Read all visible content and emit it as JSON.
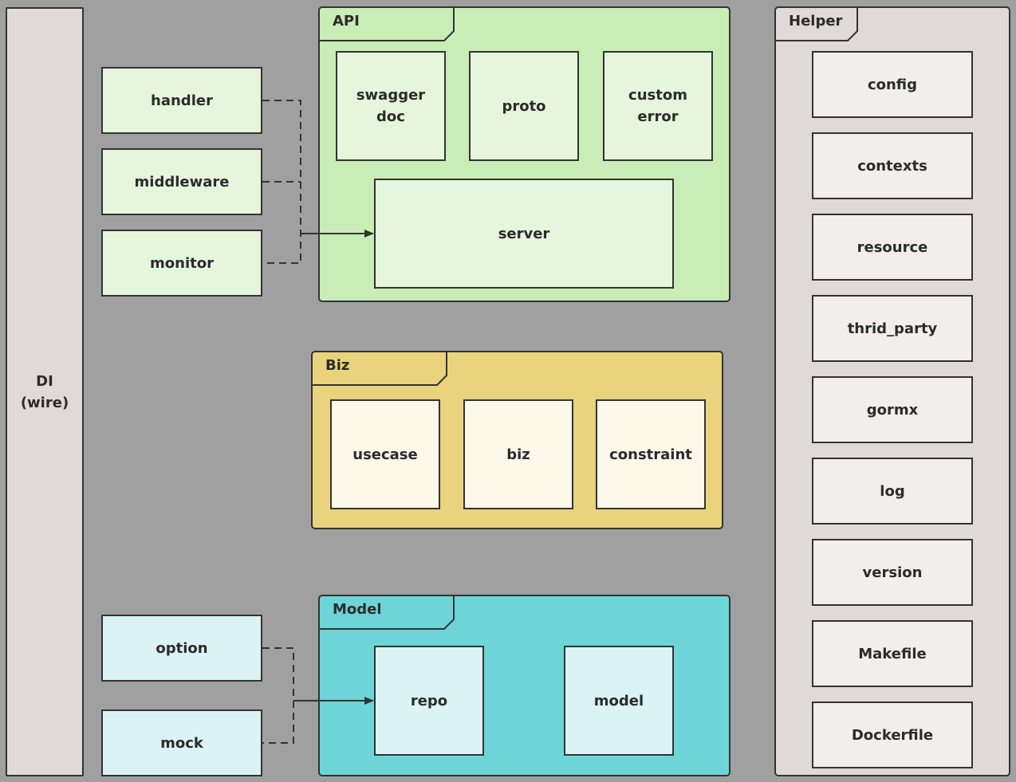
{
  "di": {
    "label": "DI\n(wire)"
  },
  "api": {
    "title": "API",
    "items": {
      "swagger": "swagger\ndoc",
      "proto": "proto",
      "custom_error": "custom\nerror",
      "server": "server"
    }
  },
  "biz": {
    "title": "Biz",
    "items": {
      "usecase": "usecase",
      "biz": "biz",
      "constraint": "constraint"
    }
  },
  "model": {
    "title": "Model",
    "items": {
      "repo": "repo",
      "model": "model"
    }
  },
  "helper": {
    "title": "Helper",
    "items": [
      "config",
      "contexts",
      "resource",
      "thrid_party",
      "gormx",
      "log",
      "version",
      "Makefile",
      "Dockerfile"
    ]
  },
  "left_top": {
    "handler": "handler",
    "middleware": "middleware",
    "monitor": "monitor"
  },
  "left_bottom": {
    "option": "option",
    "mock": "mock"
  },
  "colors": {
    "background": "#a0a0a0",
    "api": "#c9edb6",
    "biz": "#e9d37c",
    "model": "#6dd5d8",
    "helper": "#dfd9d7"
  }
}
